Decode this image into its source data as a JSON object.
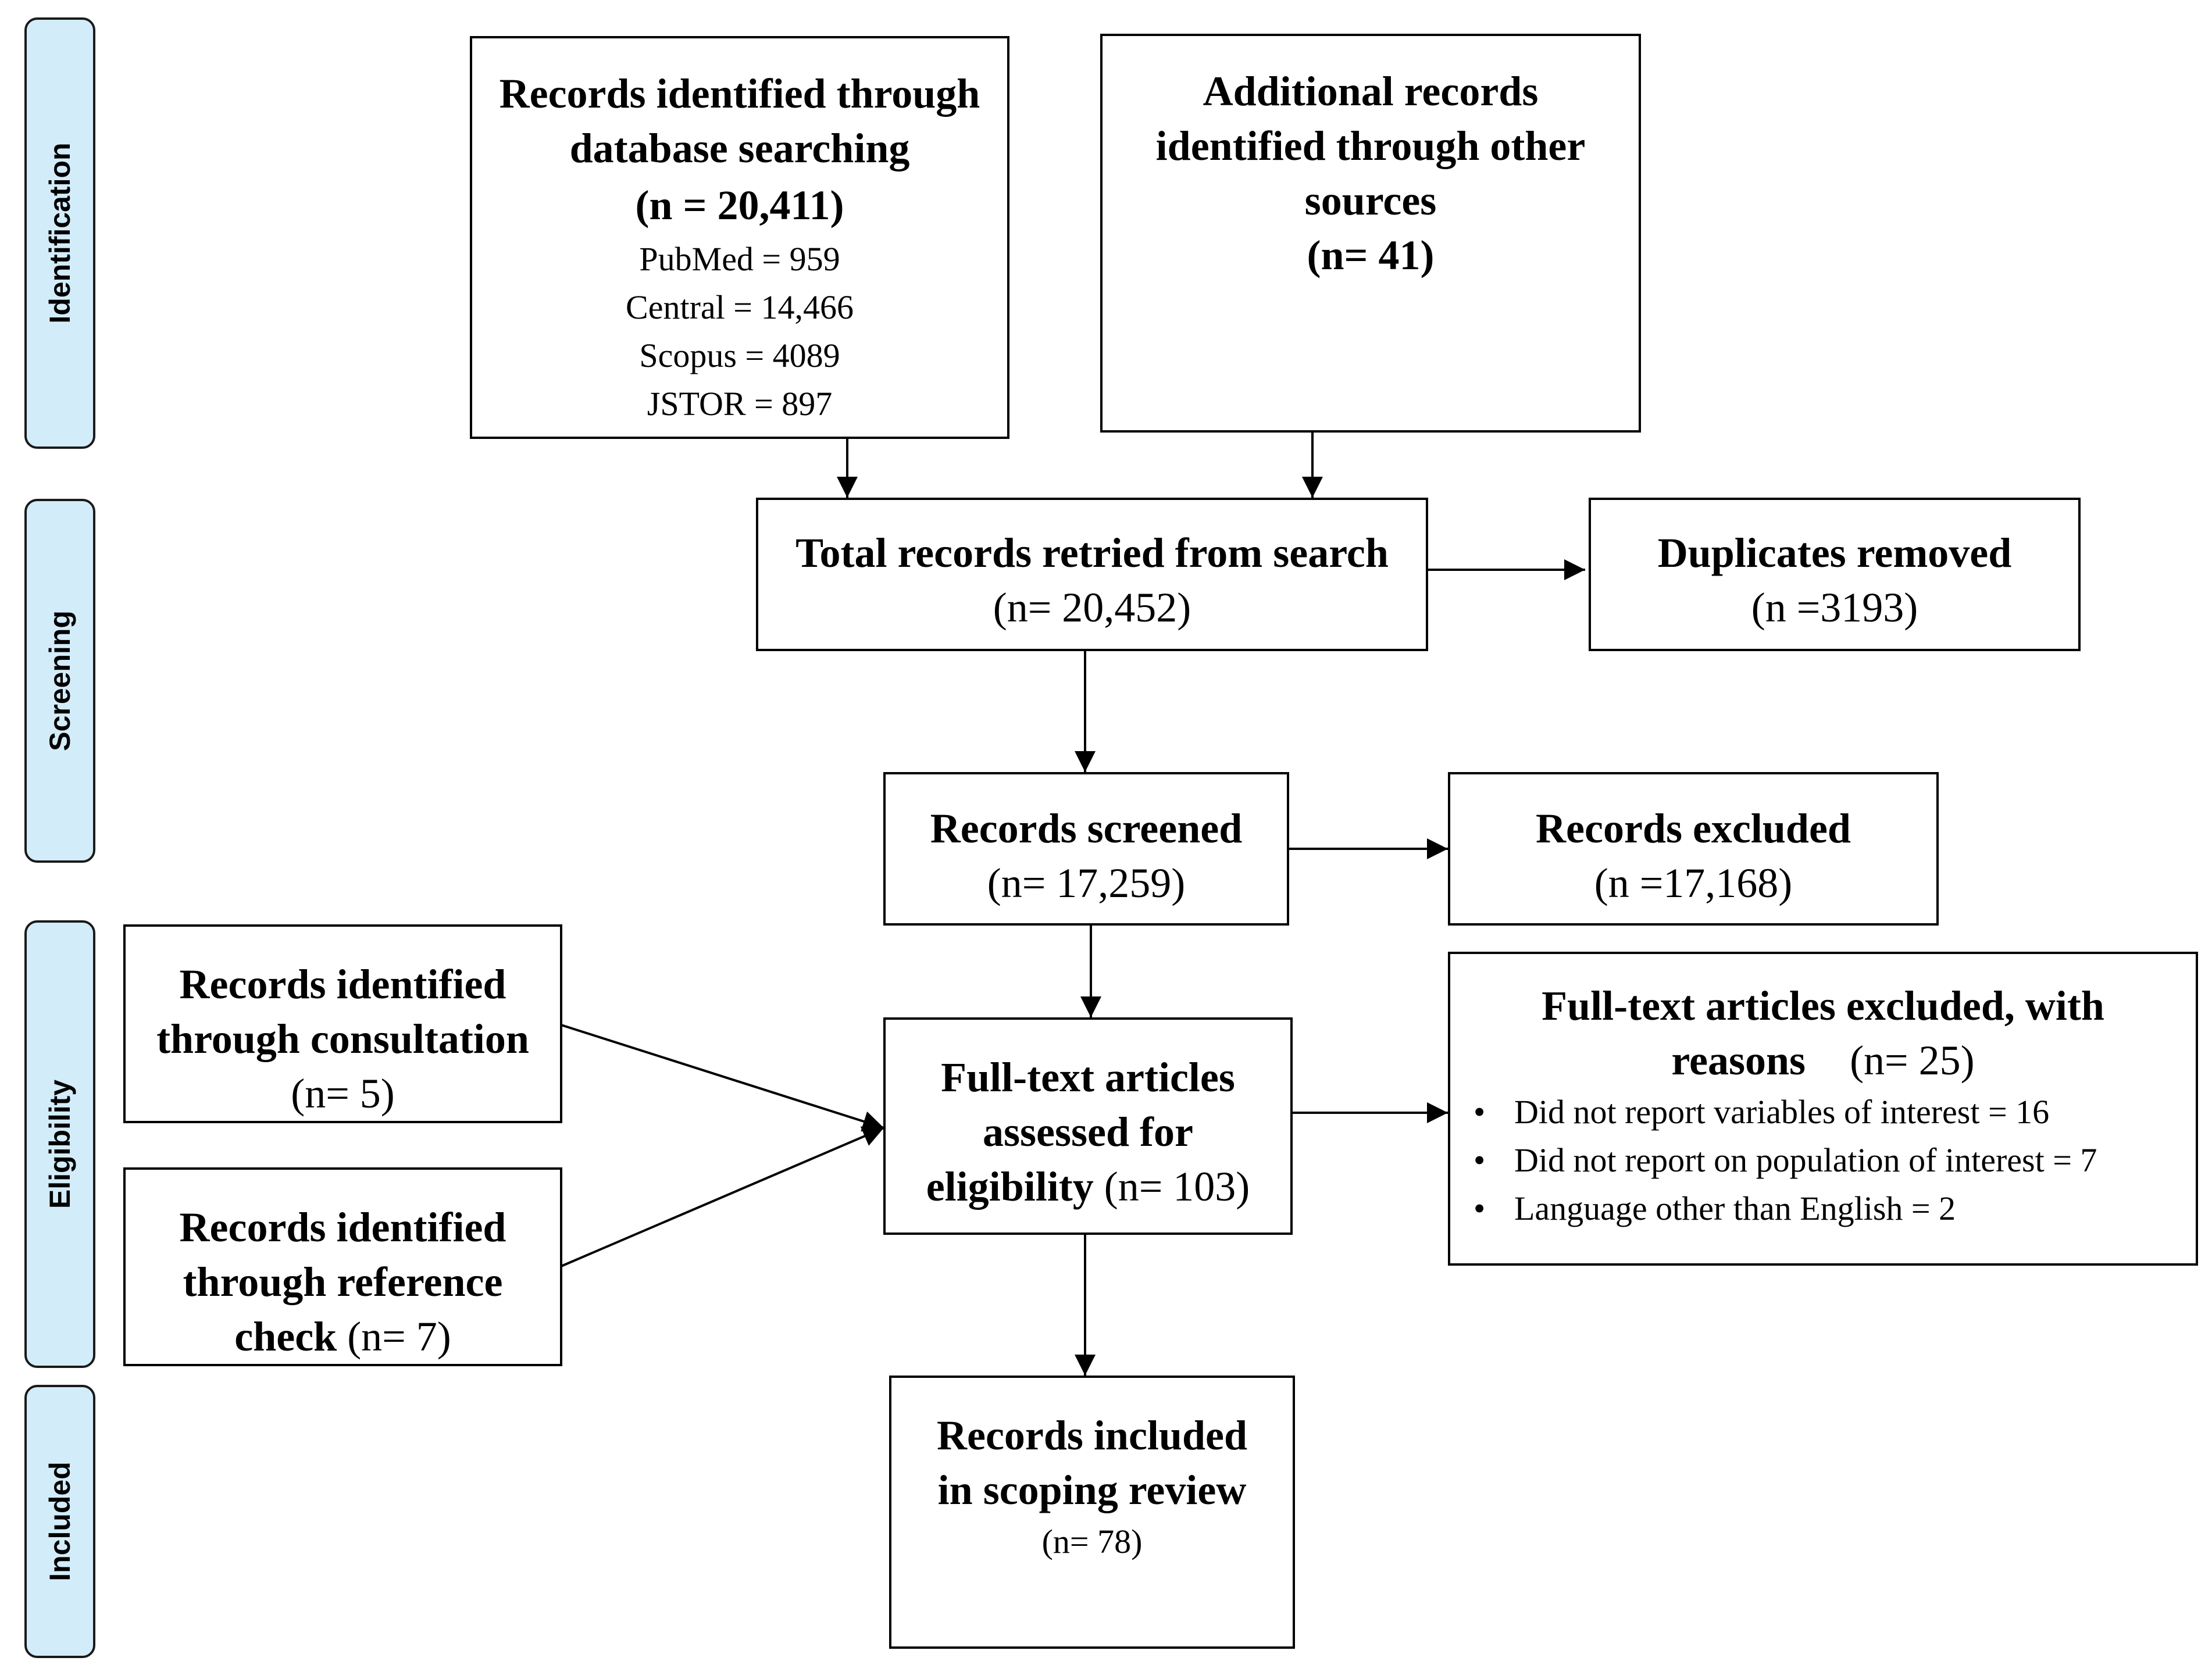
{
  "phases": {
    "identification": "Identification",
    "screening": "Screening",
    "eligibility": "Eligibility",
    "included": "Included"
  },
  "database": {
    "title_line1": "Records identified through",
    "title_line2": "database searching",
    "count": "(n = 20,411)",
    "sources": [
      "PubMed = 959",
      "Central = 14,466",
      "Scopus = 4089",
      "JSTOR = 897"
    ]
  },
  "other_sources": {
    "line1": "Additional records",
    "line2": "identified through other",
    "line3": "sources",
    "count": "(n= 41)"
  },
  "total": {
    "title": "Total records retried from search",
    "count": "(n= 20,452)"
  },
  "duplicates": {
    "title": "Duplicates removed",
    "count": "(n =3193)"
  },
  "screened": {
    "title": "Records screened",
    "count": "(n= 17,259)"
  },
  "excluded": {
    "title": "Records excluded",
    "count": "(n =17,168)"
  },
  "consultation": {
    "line1": "Records identified",
    "line2": "through consultation",
    "count": "(n= 5)"
  },
  "reference": {
    "line1": "Records identified",
    "line2": "through reference",
    "line3": "check",
    "count": "(n= 7)"
  },
  "fulltext": {
    "line1": "Full-text articles",
    "line2": "assessed for",
    "line3": "eligibility",
    "count": "(n= 103)"
  },
  "fulltext_excluded": {
    "line1": "Full-text articles excluded, with",
    "line2": "reasons",
    "count": "(n= 25)",
    "reasons": [
      "Did not report variables of interest = 16",
      "Did not report on population of interest = 7",
      "Language other than English = 2"
    ]
  },
  "included_box": {
    "line1": "Records included",
    "line2": "in scoping review",
    "count": "(n= 78)"
  }
}
